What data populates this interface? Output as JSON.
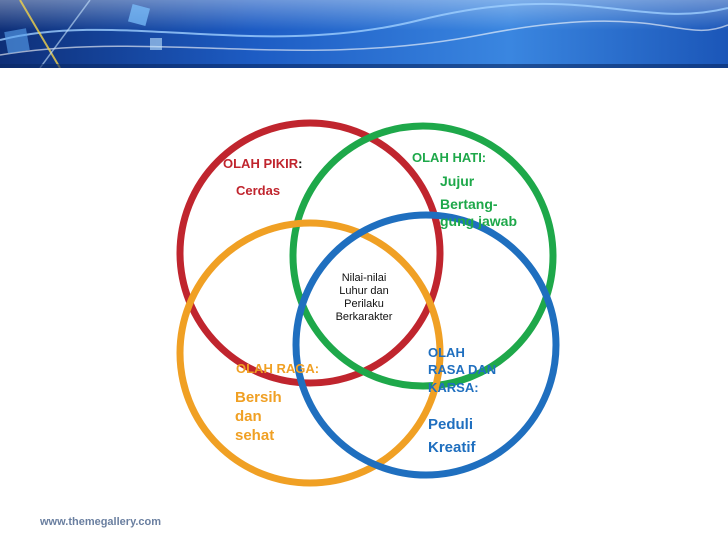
{
  "colors": {
    "pikir": "#c0252e",
    "hati": "#1ea84a",
    "raga": "#f0a024",
    "rasa": "#1f6fbf",
    "banner": "#0a3a8c"
  },
  "pikir": {
    "title": "OLAH PIKIR",
    "colon": ":",
    "items": [
      "Cerdas"
    ]
  },
  "hati": {
    "title": "OLAH HATI:",
    "items": [
      "Jujur",
      "Bertang-",
      "gung jawab"
    ]
  },
  "raga": {
    "title": "OLAH RAGA:",
    "items": [
      "Bersih",
      "dan",
      "sehat"
    ]
  },
  "rasa": {
    "title_lines": [
      "OLAH",
      "RASA DAN",
      "KARSA:"
    ],
    "items": [
      "Peduli",
      "Kreatif"
    ]
  },
  "center": {
    "lines": [
      "Nilai-nilai",
      "Luhur dan",
      "Perilaku",
      "Berkarakter"
    ]
  },
  "footer": {
    "text": "www.themegallery.com"
  }
}
